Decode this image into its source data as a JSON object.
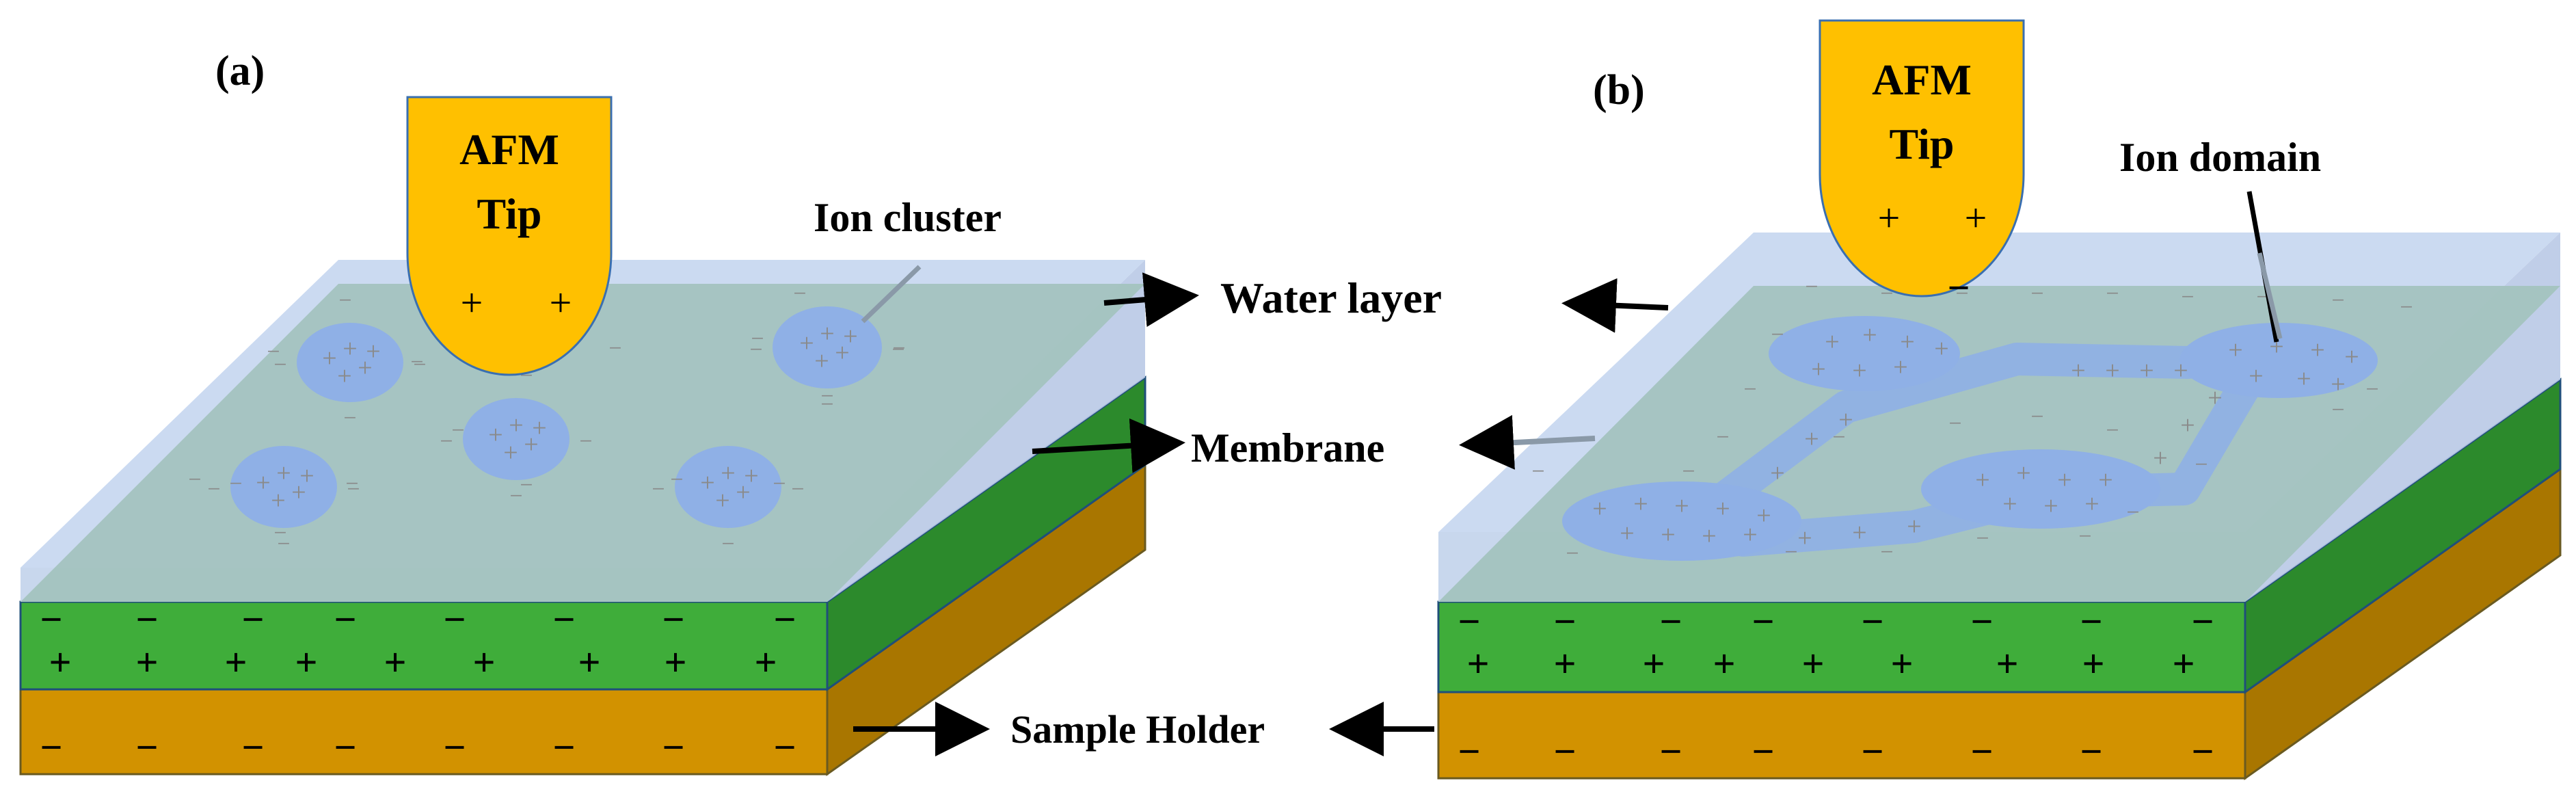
{
  "panels": {
    "a": {
      "label": "(a)",
      "tip_line1": "AFM",
      "tip_line2": "Tip",
      "tip_charges": [
        "+",
        "+"
      ],
      "cluster_label": "Ion cluster"
    },
    "b": {
      "label": "(b)",
      "tip_line1": "AFM",
      "tip_line2": "Tip",
      "tip_charges": [
        "+",
        "+"
      ],
      "tip_minus": "−",
      "domain_label": "Ion domain"
    }
  },
  "center_labels": {
    "water_layer": "Water layer",
    "membrane": "Membrane",
    "sample_holder": "Sample Holder"
  },
  "charges": {
    "plus": "+",
    "minus": "−"
  },
  "colors": {
    "tip": "#FFC000",
    "tip_stroke": "#3a6fb0",
    "membrane_green": "#3fad3a",
    "membrane_green_dark": "#2c8a2c",
    "holder_gold": "#d29200",
    "holder_gold_dark": "#a97600",
    "water_top": "#a7c4c0",
    "water_face": "#c5d5ec",
    "ion_blue": "#8fb0e6",
    "charge_grey": "#8a8a8a"
  }
}
